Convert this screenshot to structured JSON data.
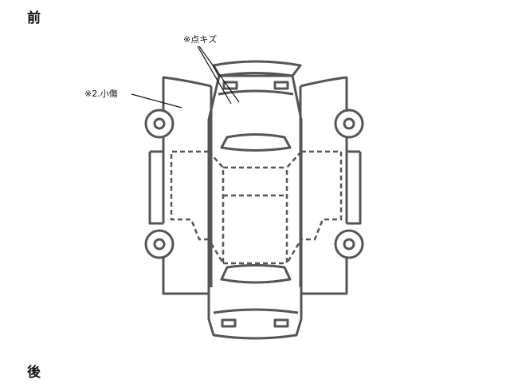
{
  "labels": {
    "front": "前",
    "rear": "後"
  },
  "annotations": [
    {
      "text": "※点キズ",
      "target": "hood"
    },
    {
      "text": "※2.小傷",
      "target": "front-left-fender"
    }
  ],
  "colors": {
    "line": "#555555",
    "annotation_line": "#111111"
  }
}
